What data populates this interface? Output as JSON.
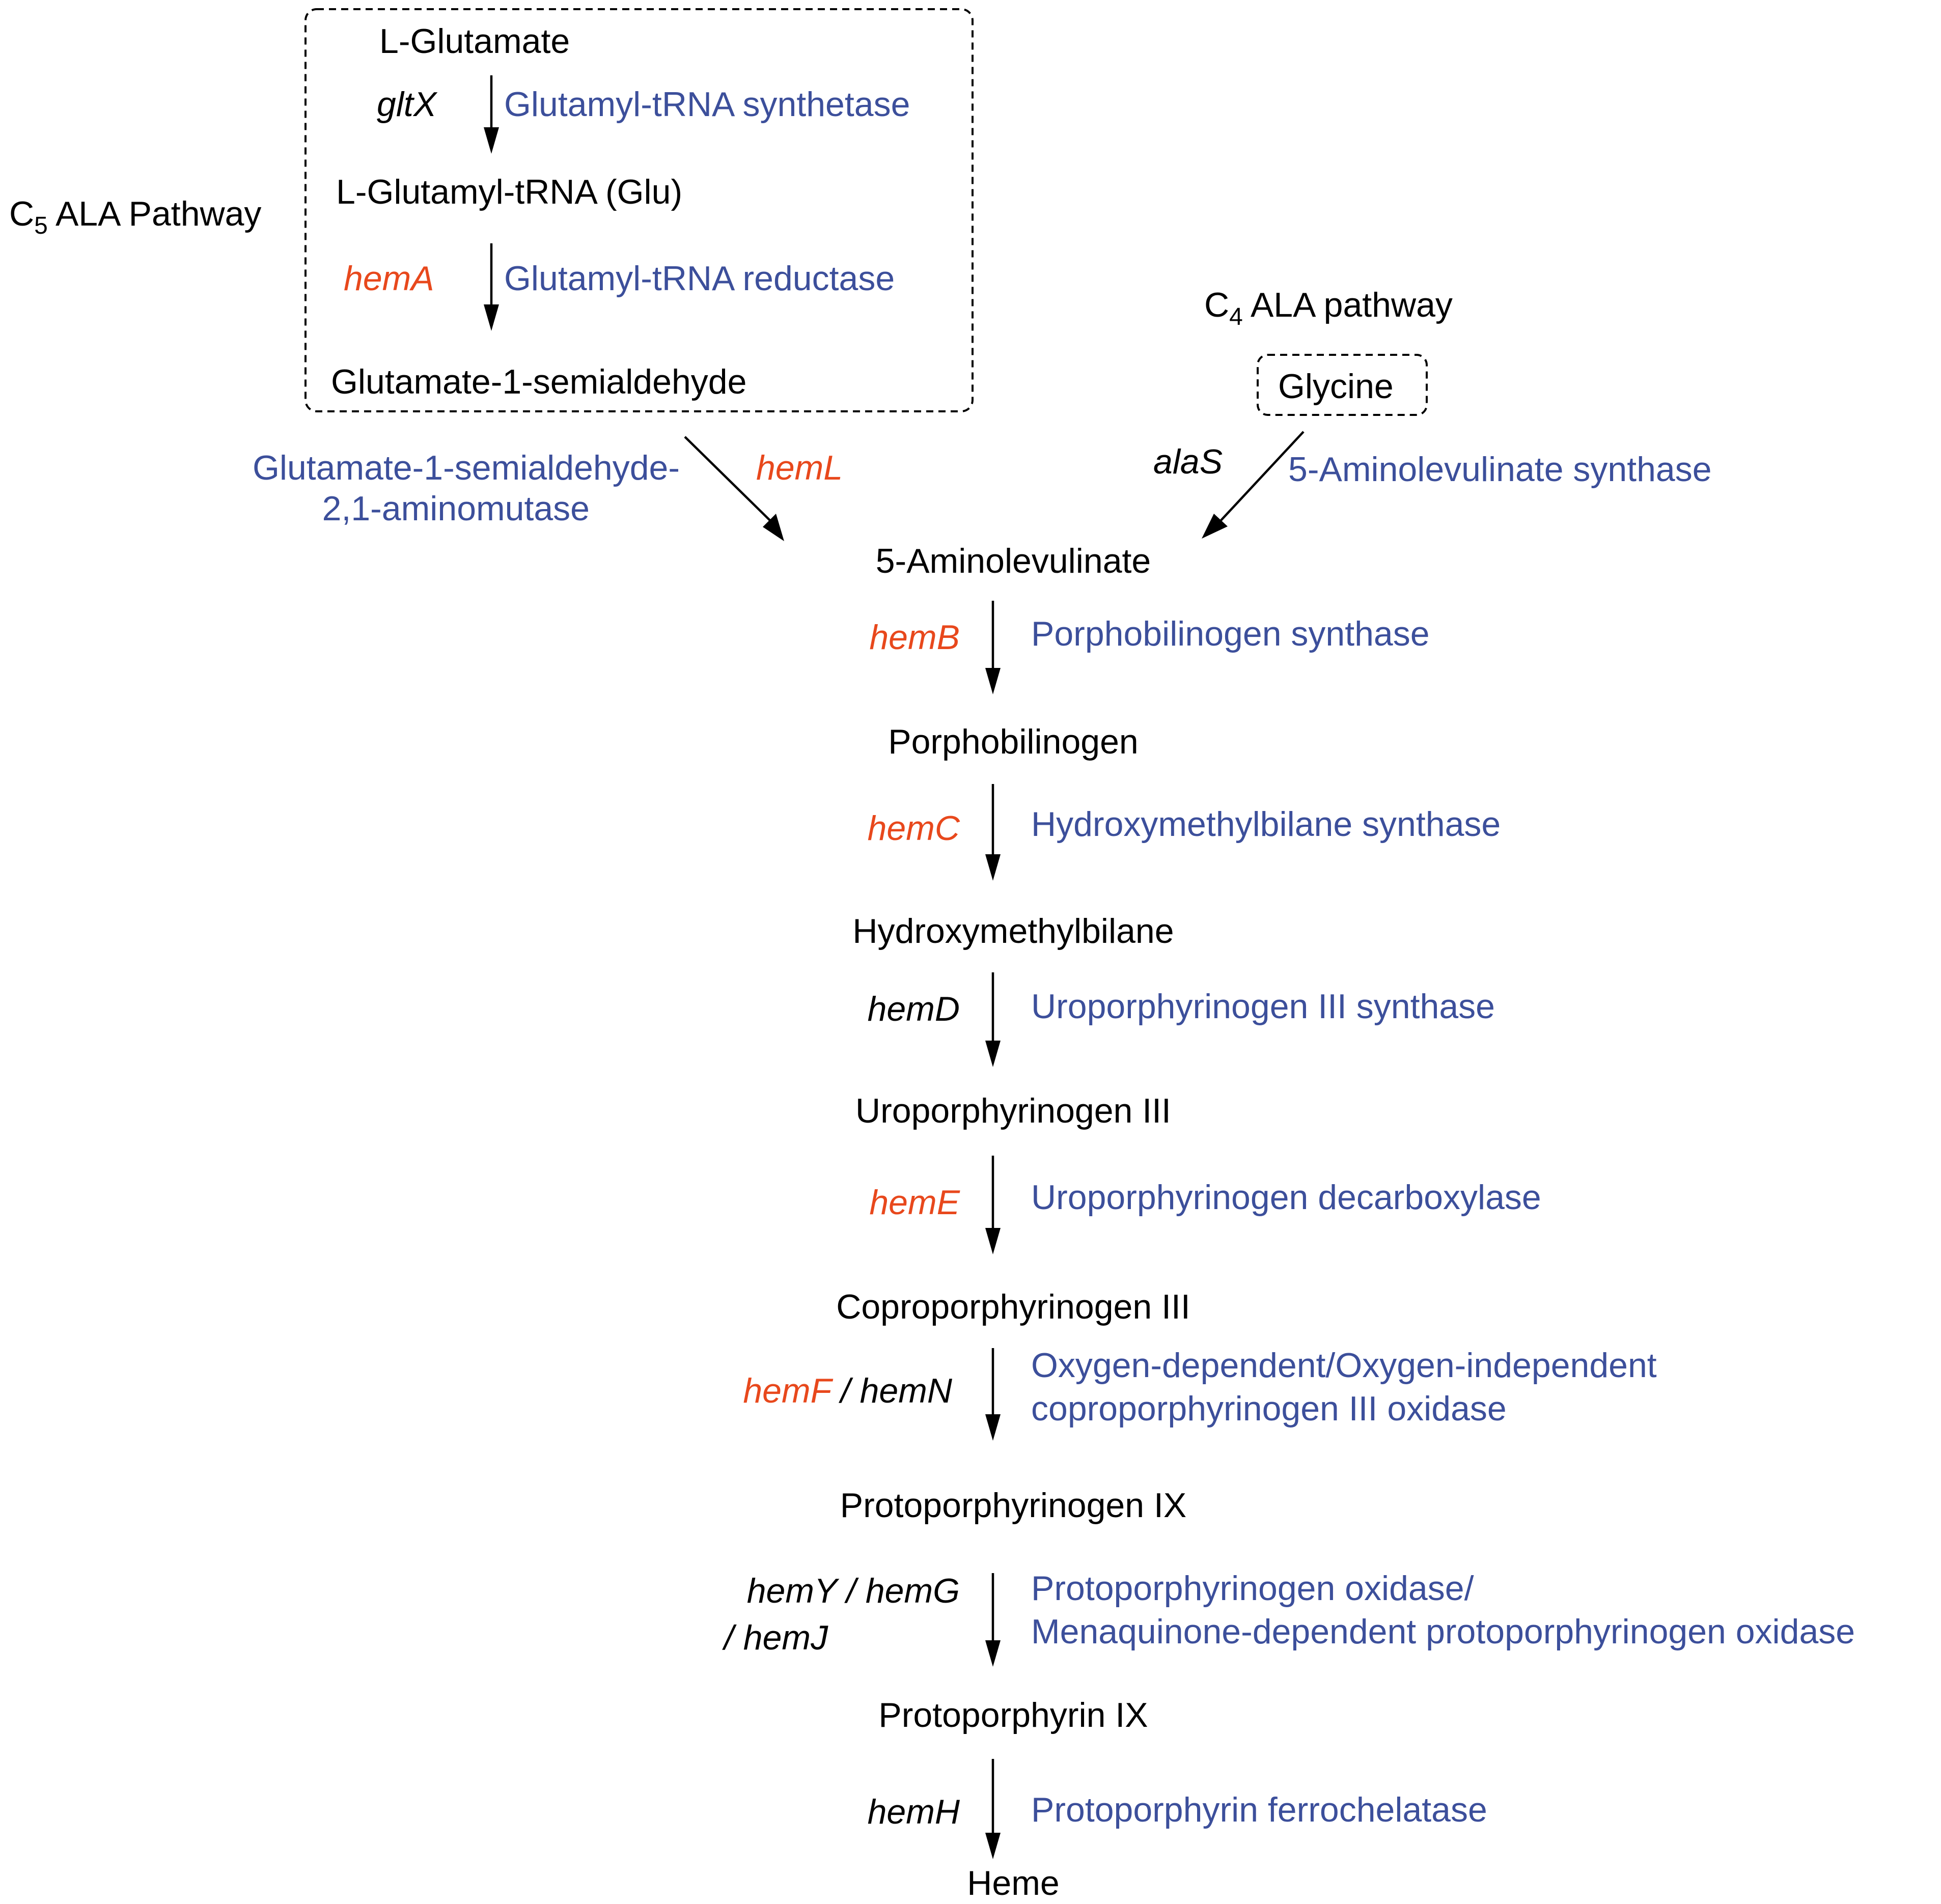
{
  "colors": {
    "metabolite": "#000000",
    "enzyme": "#3c4f9b",
    "gene_black": "#000000",
    "gene_red": "#e8481c"
  },
  "pathways": {
    "c5_prefix": "C",
    "c5_sub": "5",
    "c5_suffix": " ALA Pathway",
    "c4_prefix": "C",
    "c4_sub": "4",
    "c4_suffix": " ALA pathway"
  },
  "metabolites": {
    "l_glutamate": "L-Glutamate",
    "l_glutamyl_trna": "L-Glutamyl-tRNA (Glu)",
    "glutamate_semialdehyde": "Glutamate-1-semialdehyde",
    "glycine": "Glycine",
    "aminolevulinate": "5-Aminolevulinate",
    "porphobilinogen": "Porphobilinogen",
    "hydroxymethylbilane": "Hydroxymethylbilane",
    "uroporphyrinogen": "Uroporphyrinogen III",
    "coproporphyrinogen": "Coproporphyrinogen III",
    "protoporphyrinogen": "Protoporphyrinogen IX",
    "protoporphyrin": "Protoporphyrin IX",
    "heme": "Heme"
  },
  "genes": {
    "gltX": "gltX",
    "hemA": "hemA",
    "hemL": "hemL",
    "alaS": "alaS",
    "hemB": "hemB",
    "hemC": "hemC",
    "hemD": "hemD",
    "hemE": "hemE",
    "hemF": "hemF",
    "hemN_sep": " / ",
    "hemN": "hemN",
    "hemYG": "hemY / hemG",
    "hemJ": "/ hemJ",
    "hemH": "hemH"
  },
  "enzymes": {
    "glutamyl_trna_synthetase": "Glutamyl-tRNA synthetase",
    "glutamyl_trna_reductase": "Glutamyl-tRNA reductase",
    "gsa_aminomutase_line1": "Glutamate-1-semialdehyde-",
    "gsa_aminomutase_line2": "2,1-aminomutase",
    "ala_synthase": "5-Aminolevulinate synthase",
    "pbg_synthase": "Porphobilinogen synthase",
    "hmb_synthase": "Hydroxymethylbilane synthase",
    "uro_synthase": "Uroporphyrinogen III synthase",
    "uro_decarboxylase": "Uroporphyrinogen decarboxylase",
    "copro_oxidase_line1": "Oxygen-dependent/Oxygen-independent",
    "copro_oxidase_line2": "coproporphyrinogen III oxidase",
    "proto_oxidase_line1": "Protoporphyrinogen oxidase/",
    "proto_oxidase_line2": "Menaquinone-dependent protoporphyrinogen oxidase",
    "ferrochelatase": "Protoporphyrin ferrochelatase"
  }
}
